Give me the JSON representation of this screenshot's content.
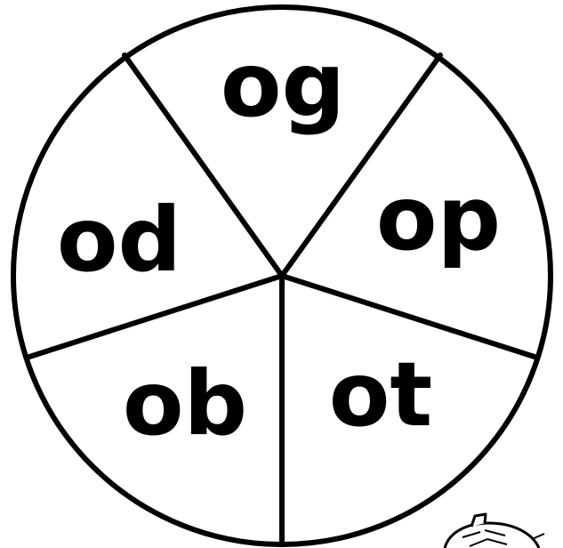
{
  "spinner": {
    "segments": [
      {
        "label": "og"
      },
      {
        "label": "op"
      },
      {
        "label": "ot"
      },
      {
        "label": "ob"
      },
      {
        "label": "od"
      }
    ]
  },
  "colors": {
    "line": "#000000",
    "background": "#ffffff"
  },
  "corner_decoration": {
    "icon": "doodle-icon"
  }
}
